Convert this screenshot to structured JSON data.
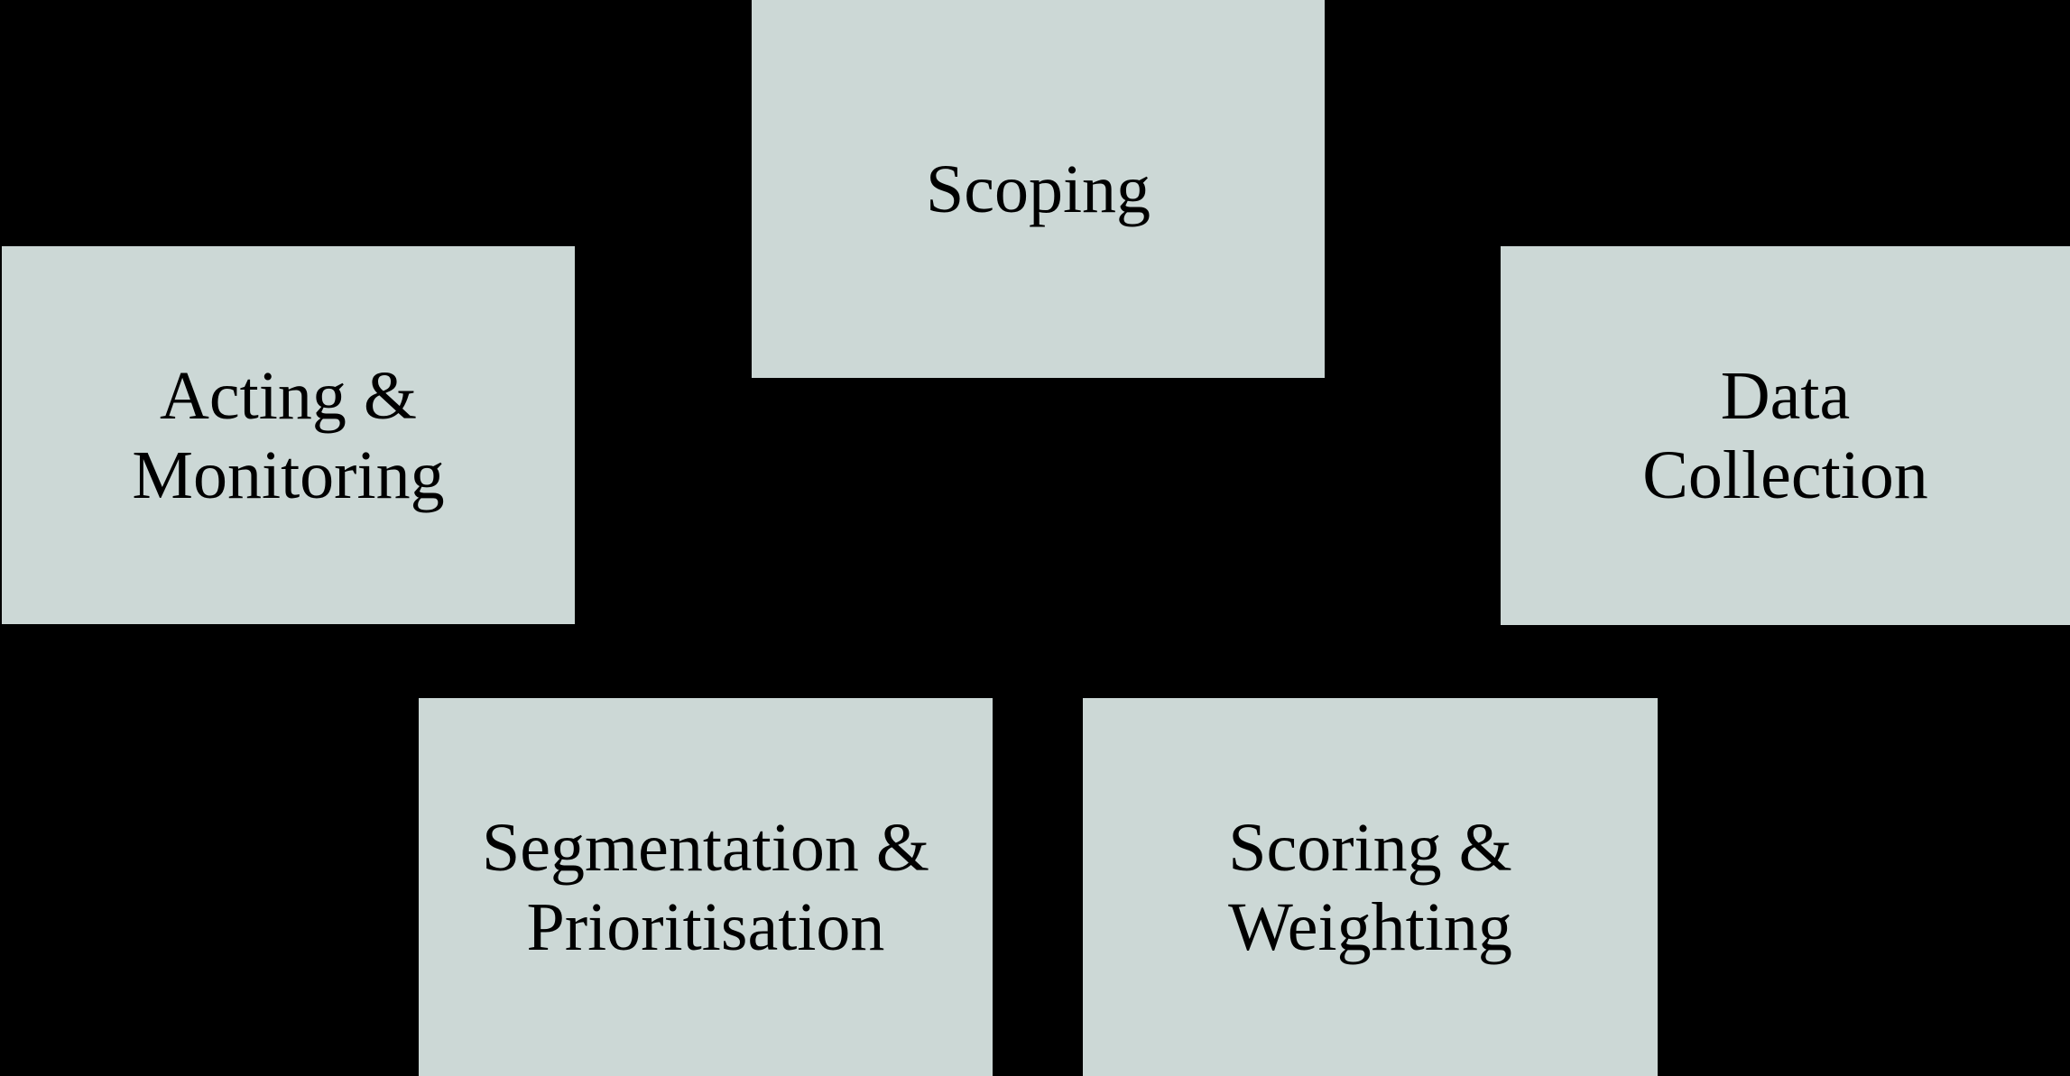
{
  "diagram": {
    "background_color": "#000000",
    "box_fill_color": "#ccd8d6",
    "text_color": "#000000",
    "boxes": {
      "scoping": {
        "line1": "Scoping"
      },
      "data_collection": {
        "line1": "Data",
        "line2": "Collection"
      },
      "scoring_weighting": {
        "line1": "Scoring &",
        "line2": "Weighting"
      },
      "segmentation_prioritisation": {
        "line1": "Segmentation &",
        "line2": "Prioritisation"
      },
      "acting_monitoring": {
        "line1": "Acting &",
        "line2": "Monitoring"
      }
    }
  }
}
